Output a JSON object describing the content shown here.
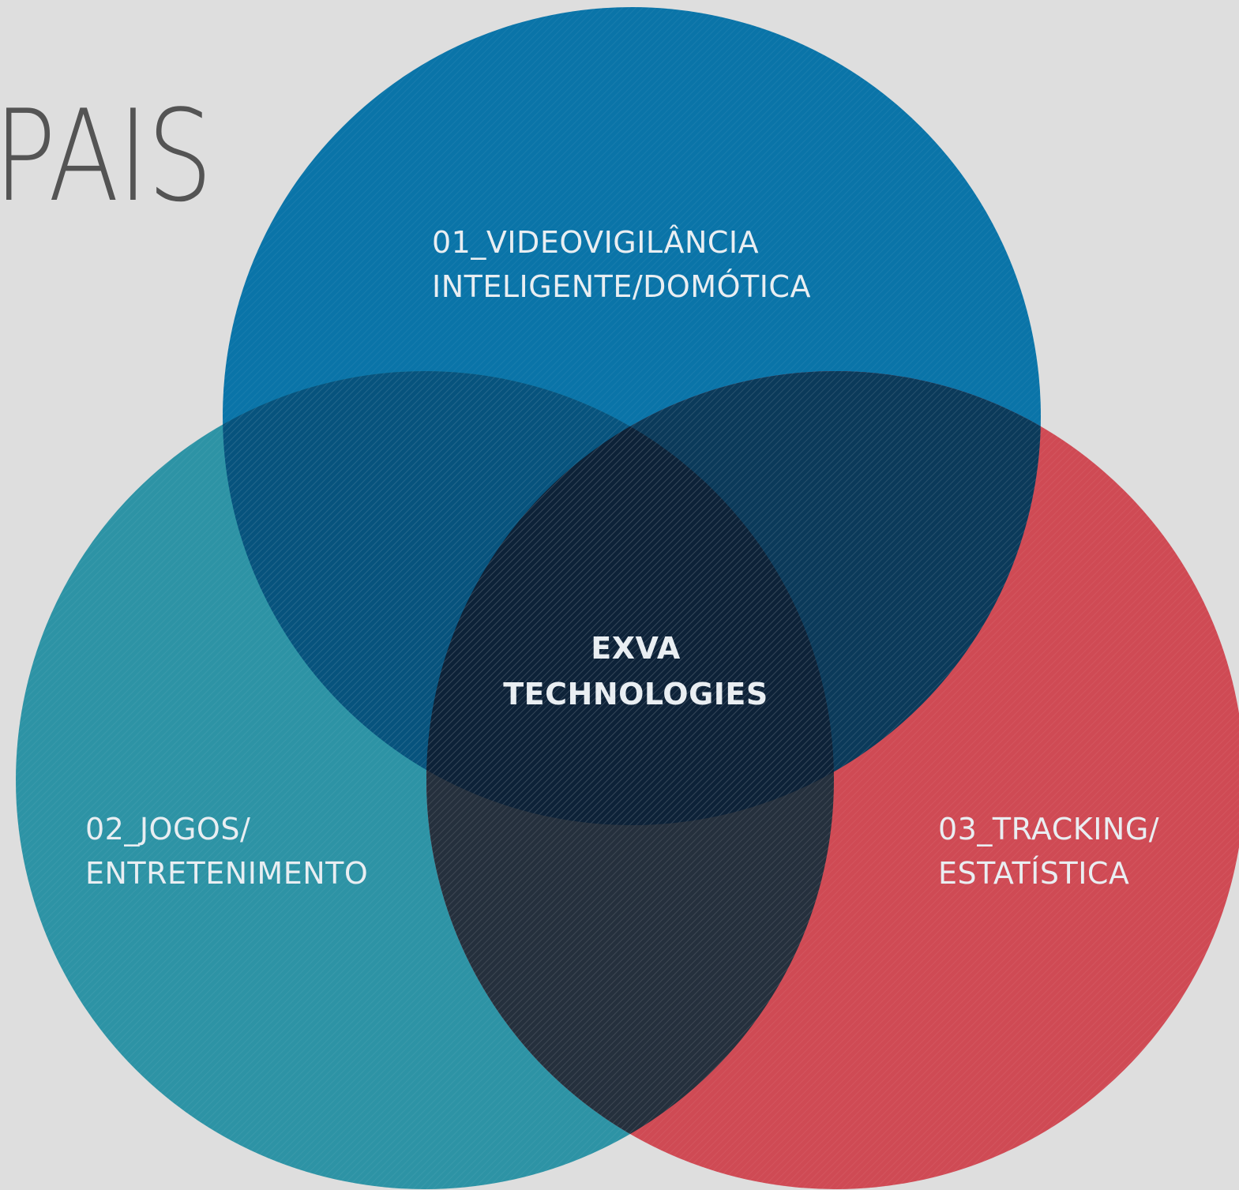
{
  "heading": "PAIS",
  "colors": {
    "background": "#dedede",
    "blue_circle": "#0a74a8",
    "teal_circle": "#2d93a5",
    "red_circle": "#cf4a54",
    "overlap_blue_teal": "#07537d",
    "overlap_blue_red": "#0b3a5a",
    "overlap_teal_red": "#25303d",
    "center_overlap": "#0d2238",
    "label_text": "#e9eef2",
    "heading_text": "#4d4d4d"
  },
  "diagram": {
    "circles": [
      {
        "id": "blue",
        "label_lines": [
          "01_VIDEOVIGILÂNCIA",
          "INTELIGENTE/DOMÓTICA"
        ]
      },
      {
        "id": "teal",
        "label_lines": [
          "02_JOGOS/",
          "ENTRETENIMENTO"
        ]
      },
      {
        "id": "red",
        "label_lines": [
          "03_TRACKING/",
          "ESTATÍSTICA"
        ]
      }
    ],
    "center_label_lines": [
      "EXVA",
      "TECHNOLOGIES"
    ]
  }
}
